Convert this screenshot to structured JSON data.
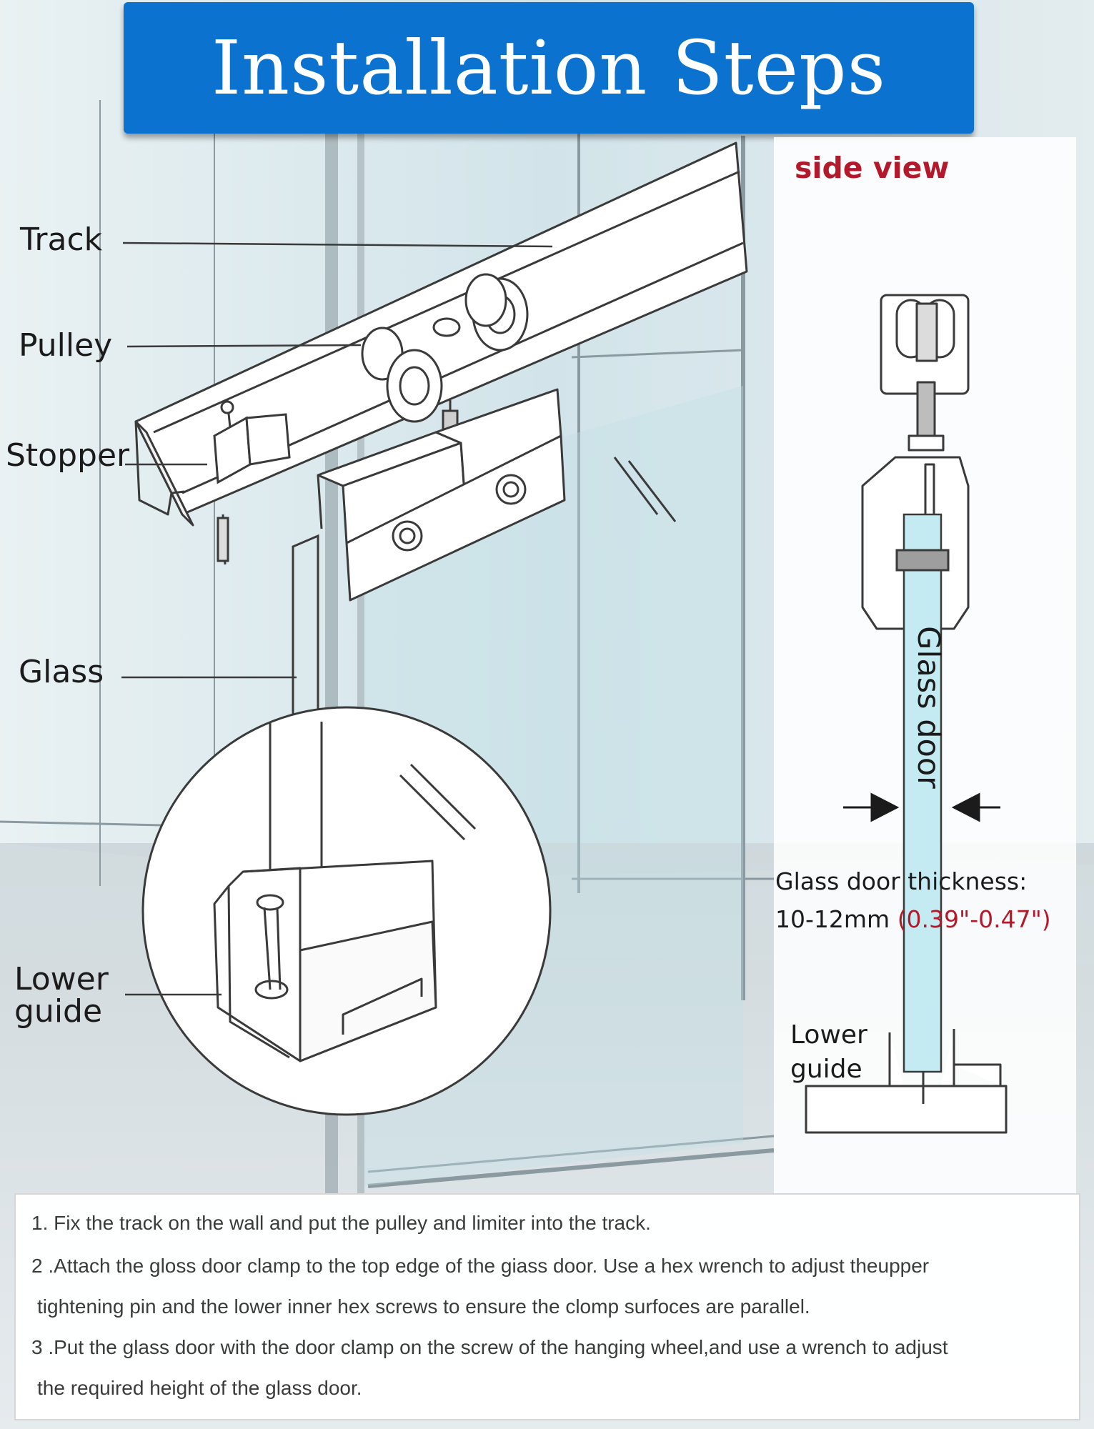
{
  "title": "Installation Steps",
  "callouts": {
    "track": "Track",
    "pulley": "Pulley",
    "stopper": "Stopper",
    "glass": "Glass",
    "lower_guide_1": "Lower",
    "lower_guide_2": "guide"
  },
  "side_view": {
    "title": "side view",
    "glass_door": "Glass door",
    "thickness_label": "Glass door thickness:",
    "thickness_mm": "10-12mm",
    "thickness_inch": "(0.39\"-0.47\")",
    "lower_guide_1": "Lower",
    "lower_guide_2": "guide"
  },
  "steps": {
    "line1": "1. Fix the track on the wall and put the pulley and limiter into the track.",
    "line2": "2 .Attach the gloss door clamp to the top edge of the giass door. Use a hex wrench to adjust theupper",
    "line3": "tightening pin and the lower inner hex screws to ensure the clomp surfoces are parallel.",
    "line4": "3 .Put the glass door with the door clamp on the screw of the hanging wheel,and use a wrench to adjust",
    "line5": "the required height of the glass door."
  },
  "colors": {
    "banner": "#0b73cf",
    "accent_red": "#b3192b",
    "glass": "#c4eaf2"
  }
}
